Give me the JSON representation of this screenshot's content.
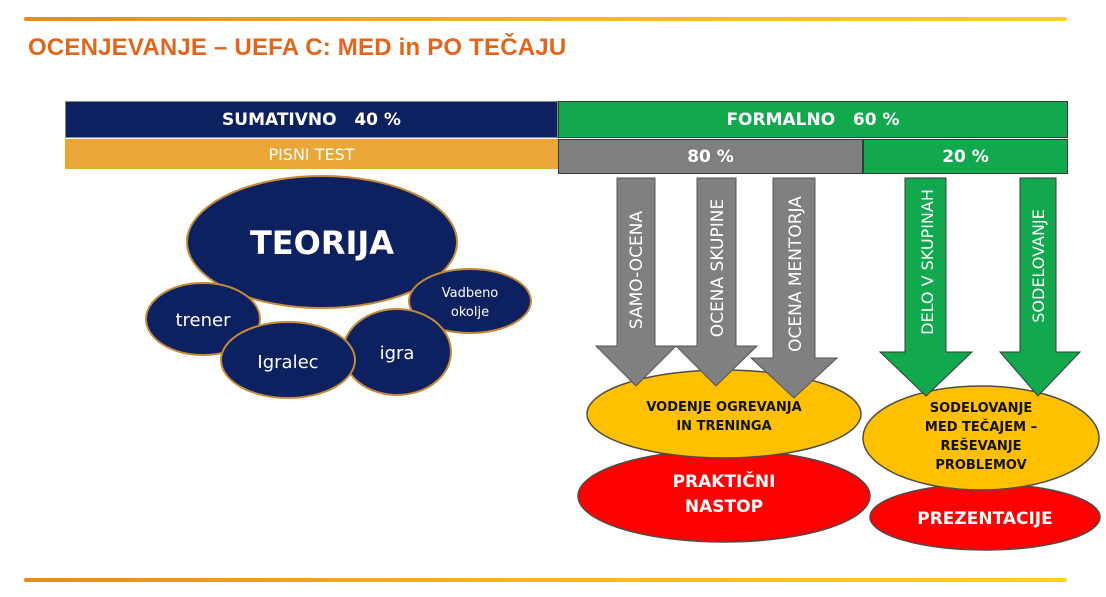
{
  "title": "OCENJEVANJE – UEFA C: MED in PO TEČAJU",
  "colors": {
    "title": "#e0661e",
    "navy": "#0d2160",
    "orange": "#eaa637",
    "green": "#12a84e",
    "gray": "#7f7f7f",
    "yellow": "#ffc000",
    "red": "#ff0000"
  },
  "summative": {
    "header": "SUMATIVNO   40 %",
    "subheader": "PISNI TEST",
    "bubbles": {
      "main": "TEORIJA",
      "trener": "trener",
      "igralec": "Igralec",
      "igra": "igra",
      "okolje_line1": "Vadbeno",
      "okolje_line2": "okolje"
    }
  },
  "formal": {
    "header": "FORMALNO   60 %",
    "left_share": "80 %",
    "right_share": "20 %",
    "gray_arrows": [
      "SAMO-OCENA",
      "OCENA SKUPINE",
      "OCENA MENTORJA"
    ],
    "green_arrows": [
      "DELO V SKUPINAH",
      "SODELOVANJE"
    ],
    "left_targets": {
      "yellow_line1": "VODENJE OGREVANJA",
      "yellow_line2": "IN TRENINGA",
      "red_line1": "PRAKTIČNI",
      "red_line2": "NASTOP"
    },
    "right_targets": {
      "yellow_line1": "SODELOVANJE",
      "yellow_line2": "MED TEČAJEM –",
      "yellow_line3": "REŠEVANJE",
      "yellow_line4": "PROBLEMOV",
      "red": "PREZENTACIJE"
    }
  }
}
